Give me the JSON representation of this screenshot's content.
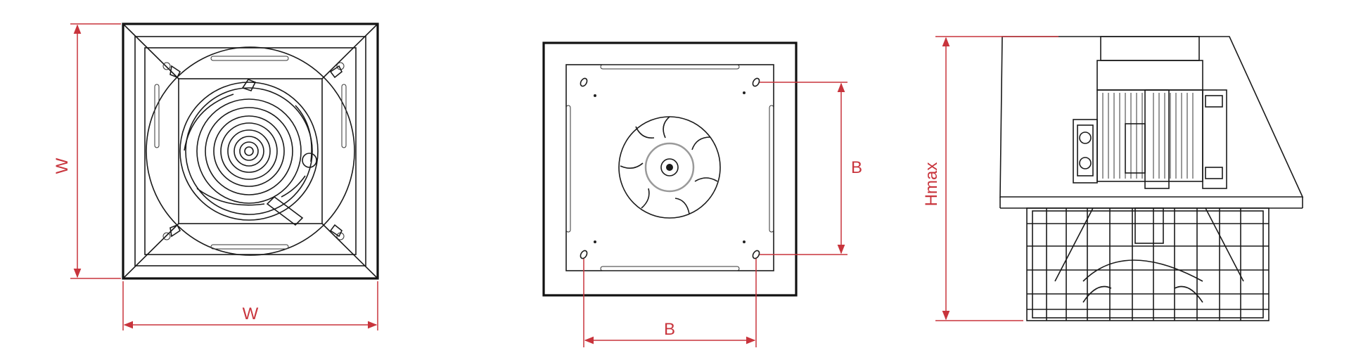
{
  "colors": {
    "dimension": "#c8343c",
    "outline": "#1a1a1a",
    "hub": "#9a9a9a"
  },
  "labels": {
    "top_view": {
      "width_vertical": "W",
      "width_horizontal": "W"
    },
    "base_view": {
      "bolt_vertical": "B",
      "bolt_horizontal": "B"
    },
    "side_view": {
      "height": "Hmax"
    }
  }
}
